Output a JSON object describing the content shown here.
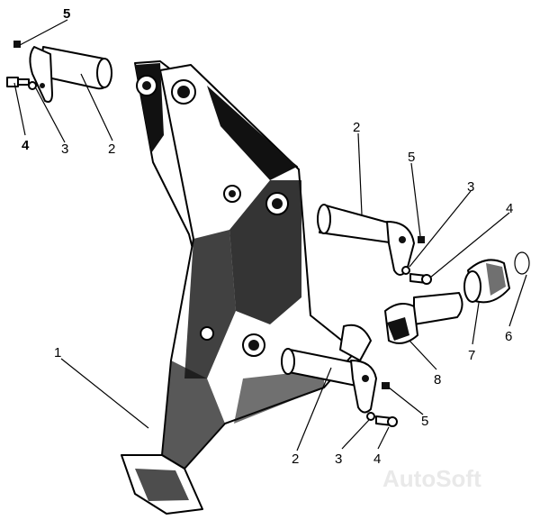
{
  "diagram": {
    "callouts": [
      {
        "id": "c-top-5",
        "text": "5"
      },
      {
        "id": "c-top-4",
        "text": "4"
      },
      {
        "id": "c-top-3",
        "text": "3"
      },
      {
        "id": "c-top-2",
        "text": "2"
      },
      {
        "id": "c-right-2",
        "text": "2"
      },
      {
        "id": "c-right-5",
        "text": "5"
      },
      {
        "id": "c-right-3",
        "text": "3"
      },
      {
        "id": "c-right-4",
        "text": "4"
      },
      {
        "id": "c-6",
        "text": "6"
      },
      {
        "id": "c-7",
        "text": "7"
      },
      {
        "id": "c-8",
        "text": "8"
      },
      {
        "id": "c-1",
        "text": "1"
      },
      {
        "id": "c-low-5",
        "text": "5"
      },
      {
        "id": "c-low-2",
        "text": "2"
      },
      {
        "id": "c-low-3",
        "text": "3"
      },
      {
        "id": "c-low-4",
        "text": "4"
      }
    ],
    "watermark": "AutoSoft"
  }
}
